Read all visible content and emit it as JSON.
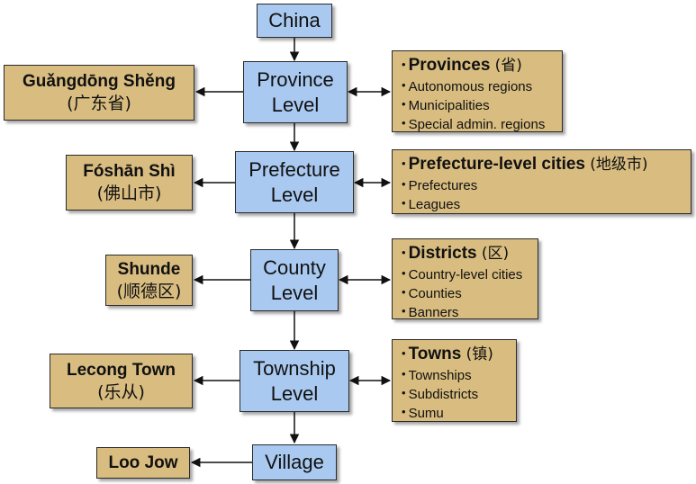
{
  "top": {
    "label": "China"
  },
  "levels": [
    {
      "id": "province",
      "label_line1": "Province",
      "label_line2": "Level"
    },
    {
      "id": "prefecture",
      "label_line1": "Prefecture",
      "label_line2": "Level"
    },
    {
      "id": "county",
      "label_line1": "County",
      "label_line2": "Level"
    },
    {
      "id": "township",
      "label_line1": "Township",
      "label_line2": "Level"
    },
    {
      "id": "village",
      "label_line1": "Village",
      "label_line2": ""
    }
  ],
  "examples": [
    {
      "name": "Guǎngdōng Shěng",
      "chinese": "(广东省)"
    },
    {
      "name": "Fóshān Shì",
      "chinese": "(佛山市)"
    },
    {
      "name": "Shunde",
      "chinese": "(顺德区)"
    },
    {
      "name": "Lecong Town",
      "chinese": "(乐从)"
    },
    {
      "name": "Loo Jow",
      "chinese": ""
    }
  ],
  "categories": [
    {
      "title": "Provinces",
      "chinese": "(省)",
      "items": [
        "Autonomous regions",
        "Municipalities",
        "Special admin. regions"
      ]
    },
    {
      "title": "Prefecture-level cities",
      "chinese": "(地级市)",
      "items": [
        "Prefectures",
        "Leagues"
      ]
    },
    {
      "title": "Districts",
      "chinese": "(区)",
      "items": [
        "Country-level cities",
        "Counties",
        "Banners"
      ]
    },
    {
      "title": "Towns",
      "chinese": "(镇)",
      "items": [
        "Townships",
        "Subdistricts",
        "Sumu"
      ]
    }
  ],
  "colors": {
    "level_box": "#a9c9f0",
    "example_box": "#d8bc80",
    "category_box": "#d8bc80",
    "arrow": "#111111"
  }
}
